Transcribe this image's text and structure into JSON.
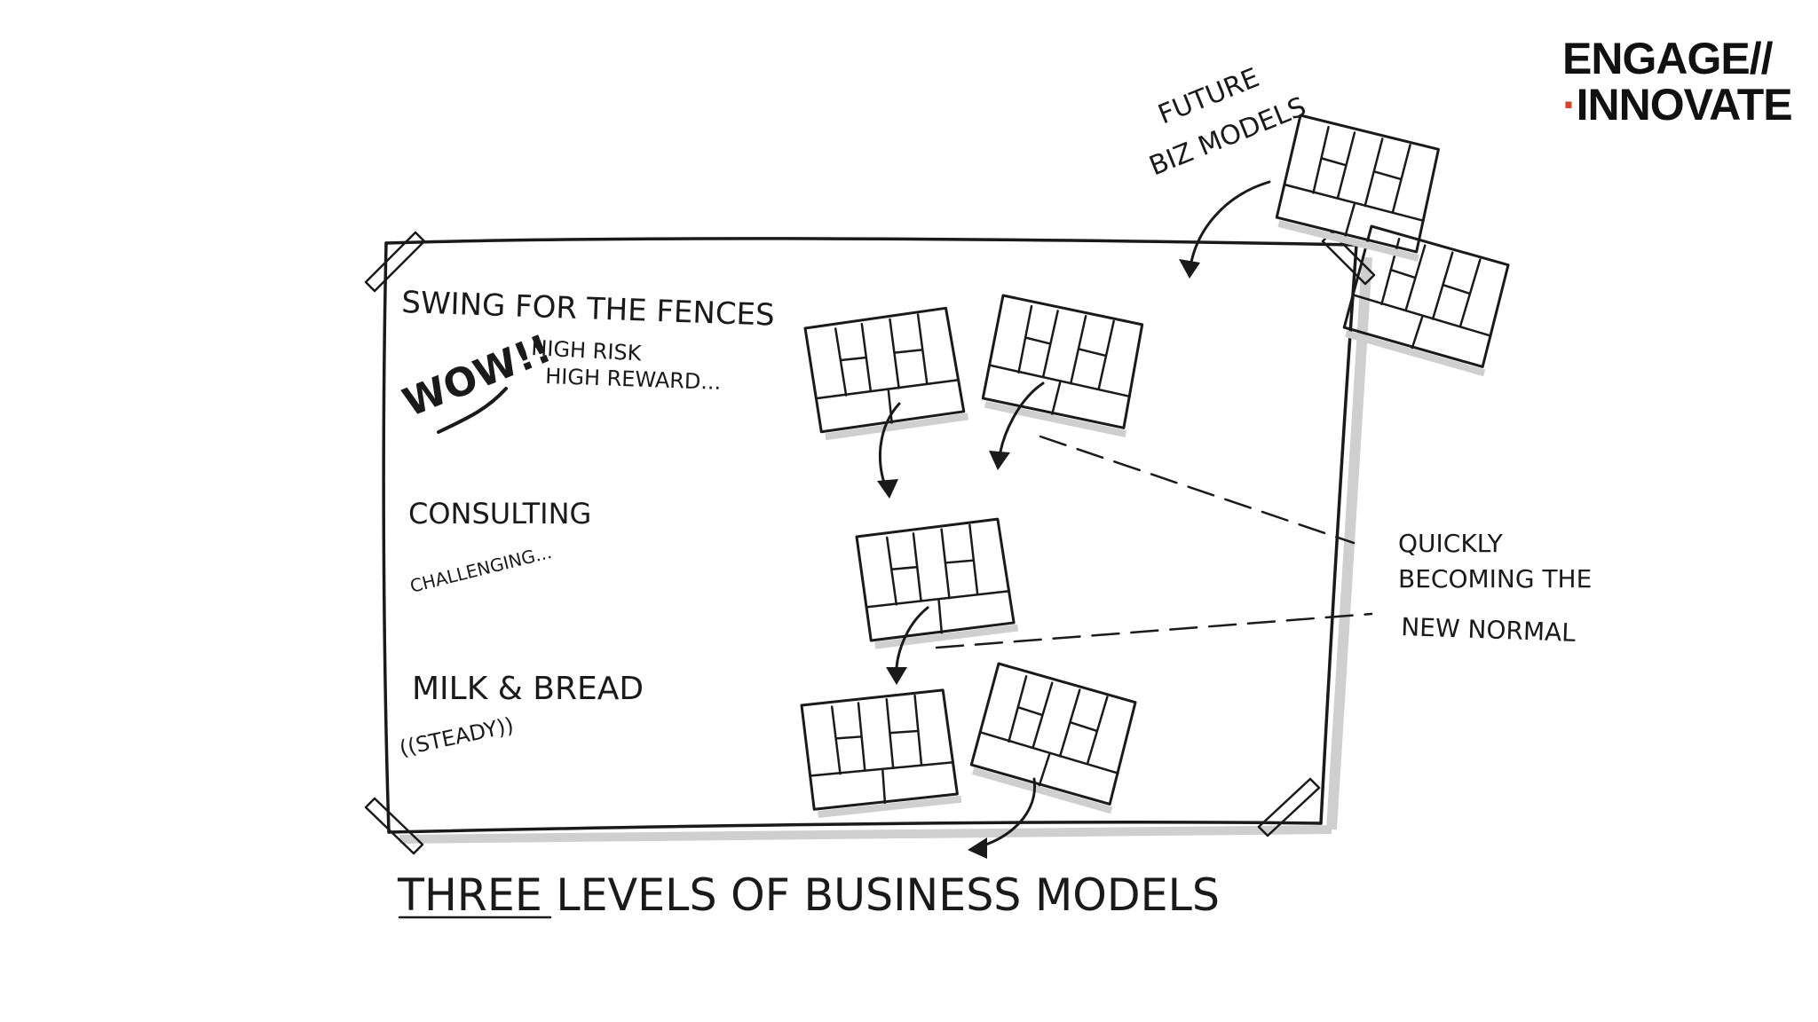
{
  "logo": {
    "line1": "ENGAGE//",
    "line2_dot": "·",
    "line2": "INNOVATE"
  },
  "labels": {
    "future": "FUTURE",
    "biz_models": "BIZ MODELS",
    "swing": "SWING FOR THE FENCES",
    "wow": "WOW!!",
    "high_risk": "HIGH RISK",
    "high_reward": "HIGH REWARD...",
    "consulting": "CONSULTING",
    "challenging": "CHALLENGING...",
    "milk_bread": "MILK & BREAD",
    "steady": "((STEADY))",
    "quickly": "QUICKLY",
    "becoming": "BECOMING THE",
    "new_normal": "NEW NORMAL",
    "title": "THREE LEVELS OF BUSINESS MODELS"
  },
  "colors": {
    "ink": "#1a1a1a",
    "shadow": "#cfcfcf",
    "accent": "#e0402a"
  }
}
